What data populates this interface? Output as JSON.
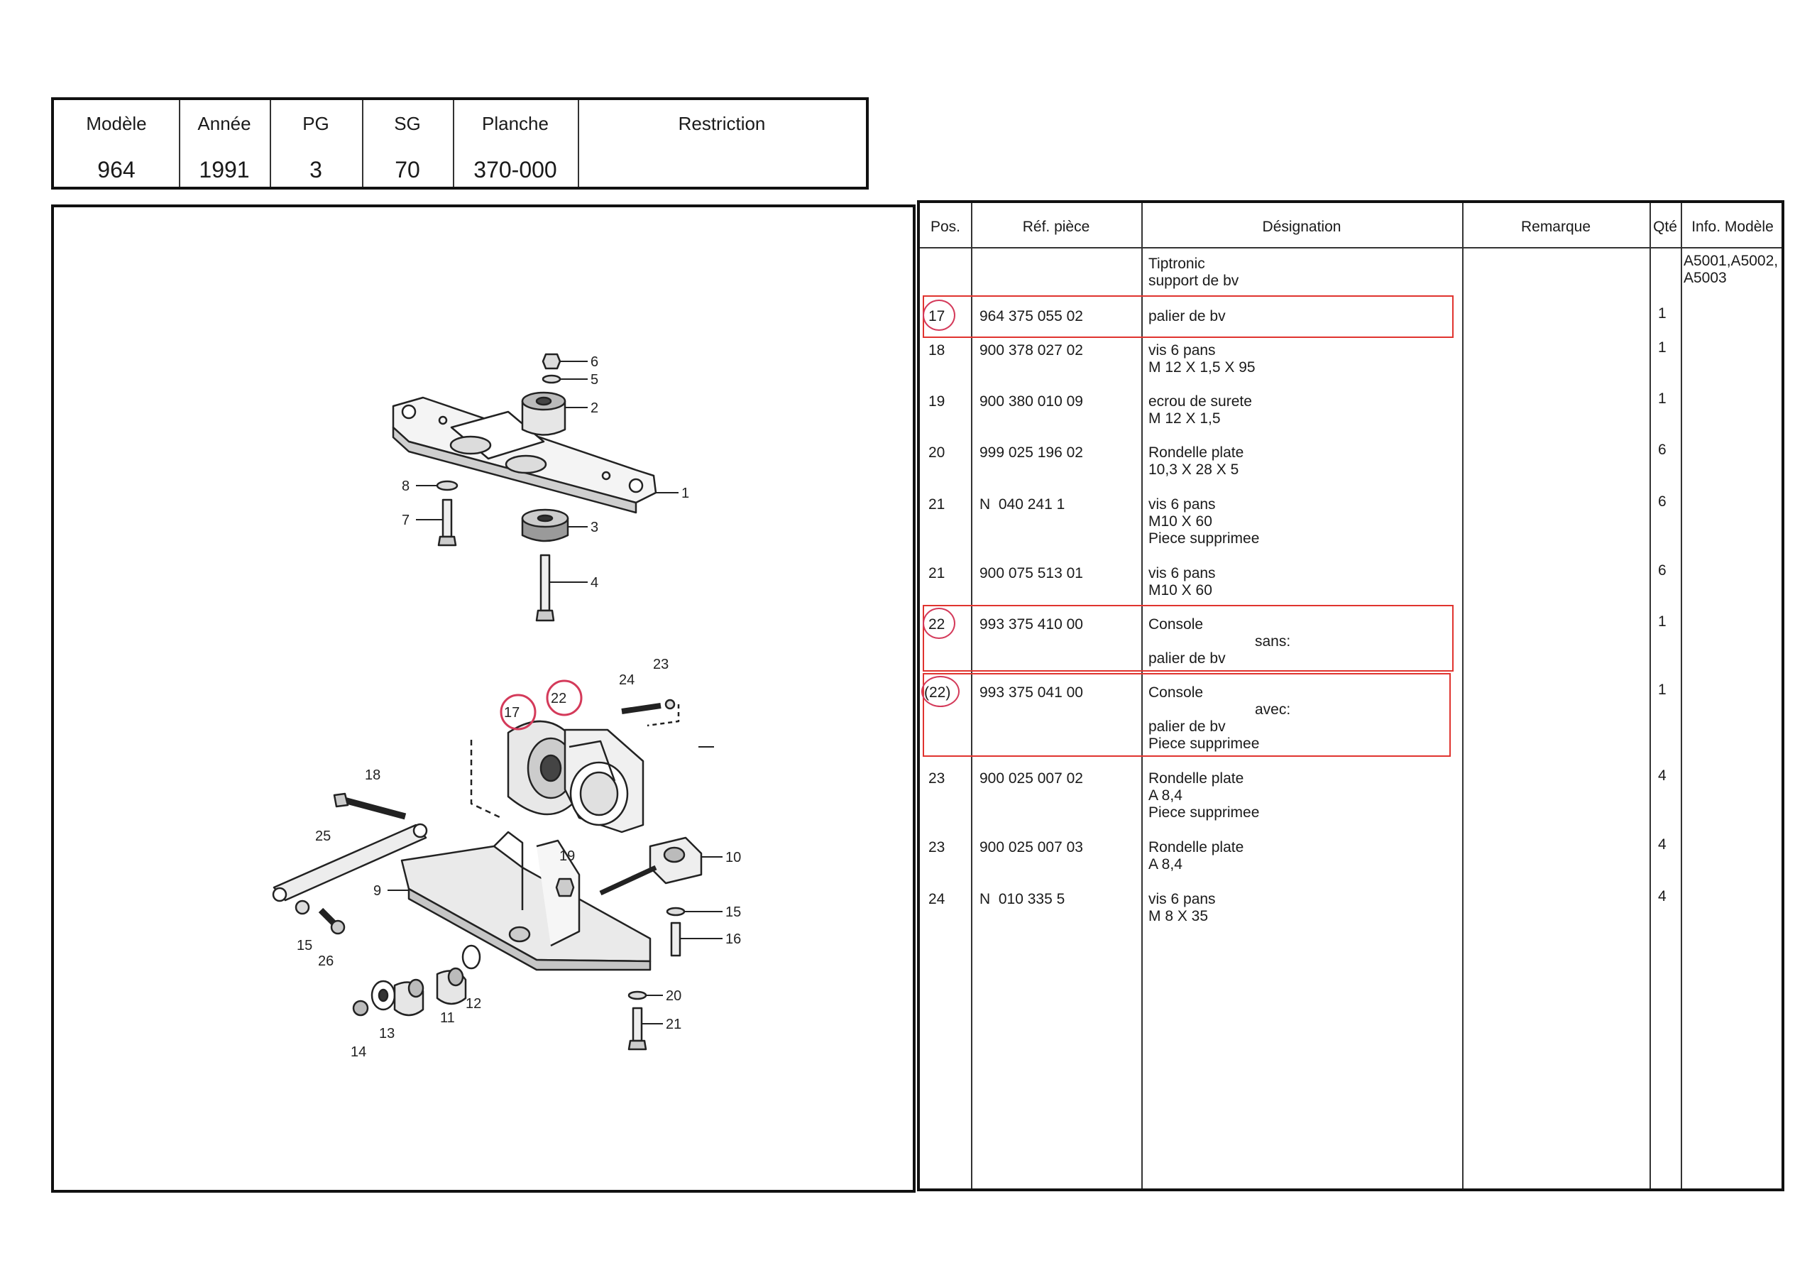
{
  "header": {
    "columns": [
      {
        "label": "Modèle",
        "value": "964"
      },
      {
        "label": "Année",
        "value": "1991"
      },
      {
        "label": "PG",
        "value": "3"
      },
      {
        "label": "SG",
        "value": "70"
      },
      {
        "label": "Planche",
        "value": "370-000"
      },
      {
        "label": "Restriction",
        "value": ""
      }
    ]
  },
  "table": {
    "headers": {
      "pos": "Pos.",
      "ref": "Réf. pièce",
      "designation": "Désignation",
      "remarque": "Remarque",
      "qte": "Qté",
      "info": "Info. Modèle"
    },
    "intro": {
      "designation": "Tiptronic\nsupport de bv",
      "info": "A5001,A5002,\nA5003"
    },
    "rows": [
      {
        "pos": "17",
        "ref": "964 375 055 02",
        "designation": "palier de bv",
        "qte": "1",
        "highlighted": true
      },
      {
        "pos": "18",
        "ref": "900 378 027 02",
        "designation": "vis 6 pans\nM 12 X 1,5 X 95",
        "qte": "1",
        "highlighted": false
      },
      {
        "pos": "19",
        "ref": "900 380 010 09",
        "designation": "ecrou de surete\nM 12 X 1,5",
        "qte": "1",
        "highlighted": false
      },
      {
        "pos": "20",
        "ref": "999 025 196 02",
        "designation": "Rondelle plate\n10,3 X 28 X 5",
        "qte": "6",
        "highlighted": false
      },
      {
        "pos": "21",
        "ref": "N  040 241 1",
        "designation": "vis 6 pans\nM10 X 60\nPiece supprimee",
        "qte": "6",
        "highlighted": false
      },
      {
        "pos": "21",
        "ref": "900 075 513 01",
        "designation": "vis 6 pans\nM10 X 60",
        "qte": "6",
        "highlighted": false
      },
      {
        "pos": "22",
        "ref": "993 375 410 00",
        "designation": "Console",
        "designation_note": "sans:",
        "designation_tail": "palier de bv",
        "qte": "1",
        "highlighted": true
      },
      {
        "pos": "(22)",
        "ref": "993 375 041 00",
        "designation": "Console",
        "designation_note": "avec:",
        "designation_tail": "palier de bv\nPiece supprimee",
        "qte": "1",
        "highlighted": true
      },
      {
        "pos": "23",
        "ref": "900 025 007 02",
        "designation": "Rondelle plate\nA 8,4\nPiece supprimee",
        "qte": "4",
        "highlighted": false
      },
      {
        "pos": "23",
        "ref": "900 025 007 03",
        "designation": "Rondelle plate\nA 8,4",
        "qte": "4",
        "highlighted": false
      },
      {
        "pos": "24",
        "ref": "N  010 335 5",
        "designation": "vis 6 pans\nM 8 X 35",
        "qte": "4",
        "highlighted": false
      }
    ]
  },
  "diagram": {
    "callouts": [
      "6",
      "5",
      "2",
      "1",
      "8",
      "7",
      "3",
      "4",
      "23",
      "24",
      "17",
      "22",
      "18",
      "25",
      "19",
      "10",
      "15",
      "16",
      "9",
      "26",
      "20",
      "21",
      "12",
      "11",
      "13",
      "14"
    ],
    "circled_callouts": [
      "17",
      "22"
    ],
    "highlight_color": "#d43a5a",
    "box_color": "#e0342f"
  }
}
